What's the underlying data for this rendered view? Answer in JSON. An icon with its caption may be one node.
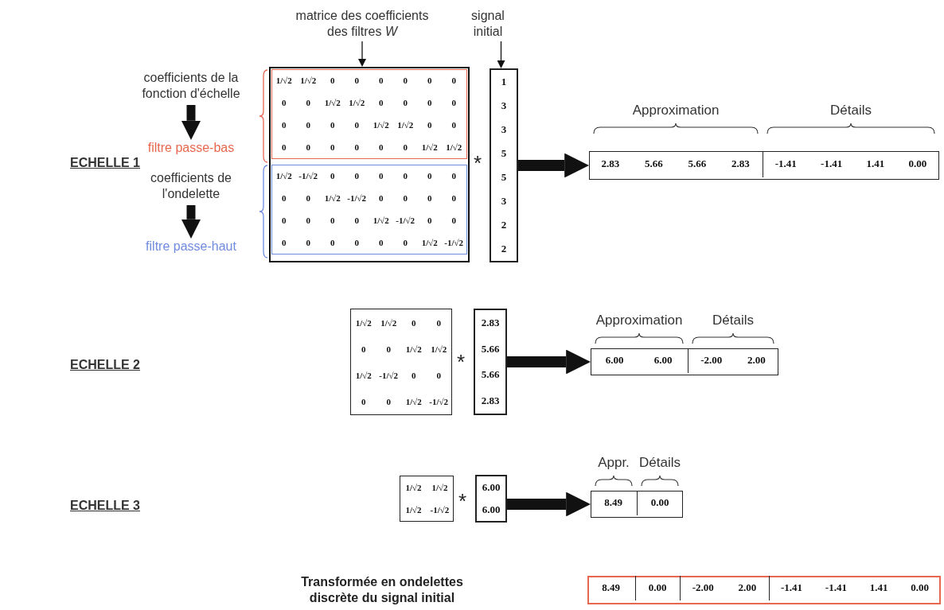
{
  "diagram": {
    "nodes": [
      {
        "text": [
          "matrice des coefficients des filtres *W*"
        ]
      },
      {
        "text": [
          "signal initial"
        ]
      },
      {
        "text": [
          "coefficients de la fonction d'échelle"
        ]
      },
      {
        "text": [
          "filtre passe-bas"
        ]
      },
      {
        "text": [
          "coefficients de l'ondelette"
        ]
      },
      {
        "text": [
          "filtre passe-haut"
        ]
      },
      {
        "text": [],
        "shape": "box"
      },
      {
        "text": [
          "1/√2",
          "1/√2",
          "0",
          "0",
          "0",
          "0",
          "0",
          "0",
          "0",
          "0",
          "1/√2",
          "1/√2",
          "0",
          "0",
          "0",
          "0",
          "0",
          "0",
          "0",
          "0",
          "1/√2",
          "1/√2",
          "0",
          "0",
          "0",
          "0",
          "0",
          "0",
          "0",
          "0",
          "1/√2",
          "1/√2"
        ],
        "in": 6
      },
      {
        "text": [
          "1/√2",
          "-1/√2",
          "0",
          "0",
          "0",
          "0",
          "0",
          "0",
          "0",
          "0",
          "1/√2",
          "-1/√2",
          "0",
          "0",
          "0",
          "0",
          "0",
          "0",
          "0",
          "0",
          "1/√2",
          "-1/√2",
          "0",
          "0",
          "0",
          "0",
          "0",
          "0",
          "0",
          "0",
          "1/√2",
          "-1/√2"
        ],
        "in": 6
      },
      {
        "text": [
          "1",
          "3",
          "3",
          "5",
          "5",
          "3",
          "2",
          "2"
        ]
      },
      {
        "text": [],
        "shape": "box"
      },
      {
        "text": [
          "2.83",
          "5.66",
          "5.66",
          "2.83"
        ],
        "in": 10,
        "beside": [
          "Approximation"
        ]
      },
      {
        "text": [
          "-1.41",
          "-1.41",
          "1.41",
          "0.00"
        ],
        "in": 10,
        "beside": [
          "Détails"
        ]
      },
      {
        "text": [
          "1/√2",
          "1/√2",
          "0",
          "0",
          "0",
          "0",
          "1/√2",
          "1/√2",
          "1/√2",
          "-1/√2",
          "0",
          "0",
          "0",
          "0",
          "1/√2",
          "-1/√2"
        ]
      },
      {
        "text": [
          "2.83",
          "5.66",
          "5.66",
          "2.83"
        ]
      },
      {
        "text": [],
        "shape": "box"
      },
      {
        "text": [
          "6.00",
          "6.00"
        ],
        "in": 15,
        "beside": [
          "Approximation"
        ]
      },
      {
        "text": [
          "-2.00",
          "2.00"
        ],
        "in": 15,
        "beside": [
          "Détails"
        ]
      },
      {
        "text": [
          "1/√2",
          "1/√2",
          "1/√2",
          "-1/√2"
        ]
      },
      {
        "text": [
          "6.00",
          "6.00"
        ]
      },
      {
        "text": [],
        "shape": "box"
      },
      {
        "text": [
          "8.49"
        ],
        "in": 20,
        "beside": [
          "Appr."
        ]
      },
      {
        "text": [
          "0.00"
        ],
        "in": 20,
        "beside": [
          "Détails"
        ]
      },
      {
        "text": [],
        "shape": "box"
      },
      {
        "text": [
          "8.49"
        ],
        "in": 23
      },
      {
        "text": [
          "0.00"
        ],
        "in": 23
      },
      {
        "text": [
          "-2.00",
          "2.00"
        ],
        "in": 23
      },
      {
        "text": [
          "-1.41",
          "-1.41",
          "1.41",
          "0.00"
        ],
        "in": 23
      }
    ],
    "edges": [
      {
        "from": 0,
        "to": 6,
        "arrow": "to"
      },
      {
        "from": 1,
        "to": 9,
        "arrow": "to"
      },
      {
        "from": 2,
        "to": 3,
        "arrow": "to"
      },
      {
        "from": 4,
        "to": 5,
        "arrow": "to"
      },
      {
        "from": 9,
        "to": 10,
        "arrow": "to"
      },
      {
        "from": 14,
        "to": 15,
        "arrow": "to"
      },
      {
        "from": 19,
        "to": 20,
        "arrow": "to"
      }
    ],
    "labels": [
      "ECHELLE 1",
      "*",
      "ECHELLE 2",
      "*",
      "ECHELLE 3",
      "*",
      "Transformée en ondelettes discrète du signal initial"
    ]
  }
}
